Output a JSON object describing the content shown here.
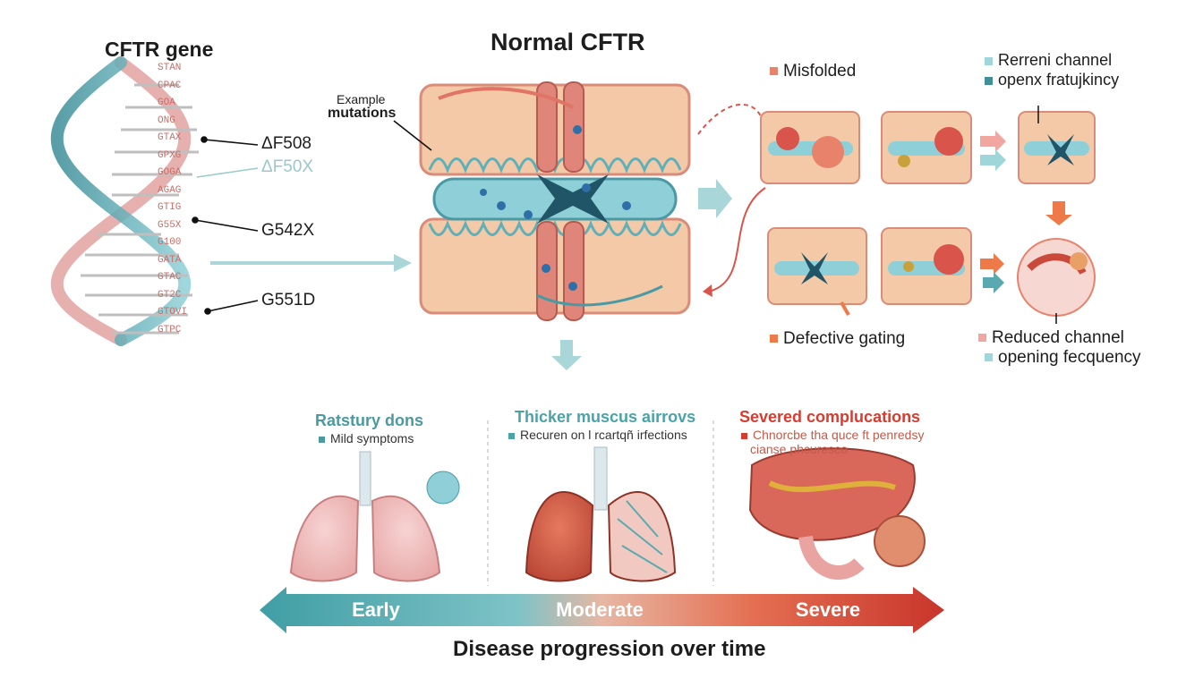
{
  "gene": {
    "title": "CFTR gene",
    "sequences": [
      "STAN",
      "CPAC",
      "GOA",
      "ONG",
      "GTAX",
      "GPXG",
      "GOGA",
      "AGAG",
      "GTIG",
      "G55X",
      "G100",
      "GATA",
      "GTAC",
      "GT2C",
      "GTOVI",
      "GTPC"
    ],
    "mutations": [
      "ΔF508",
      "ΔF50X",
      "G542X",
      "G551D"
    ]
  },
  "normal": {
    "title": "Normal CFTR",
    "example_label_1": "Example",
    "example_label_2": "mutations"
  },
  "defects": {
    "misfolded": "Misfolded",
    "defective_gating": "Defective gating",
    "channel_label_1": "Rerreni channel",
    "channel_label_2": "openx fratujkincy",
    "reduced_label_1": "Reduced channel",
    "reduced_label_2": "opening fecquency"
  },
  "stages": [
    {
      "title": "Ratstury dons",
      "subtitle": "Mild symptoms"
    },
    {
      "title": "Thicker muscus airrovs",
      "subtitle": "Recuren on l rcartqñ irfections"
    },
    {
      "title": "Severed complucations",
      "subtitle": "Chnorcbe tha quce ft penredsy",
      "subtitle2": "cianse phcuresco"
    }
  ],
  "progression": {
    "labels": [
      "Early",
      "Moderate",
      "Severe"
    ],
    "caption": "Disease progression over time"
  },
  "colors": {
    "teal": "#4aa3a8",
    "salmon": "#e8826a",
    "red": "#d63c2f",
    "membrane": "#f3c9a8",
    "channel": "#8ecfd8"
  }
}
